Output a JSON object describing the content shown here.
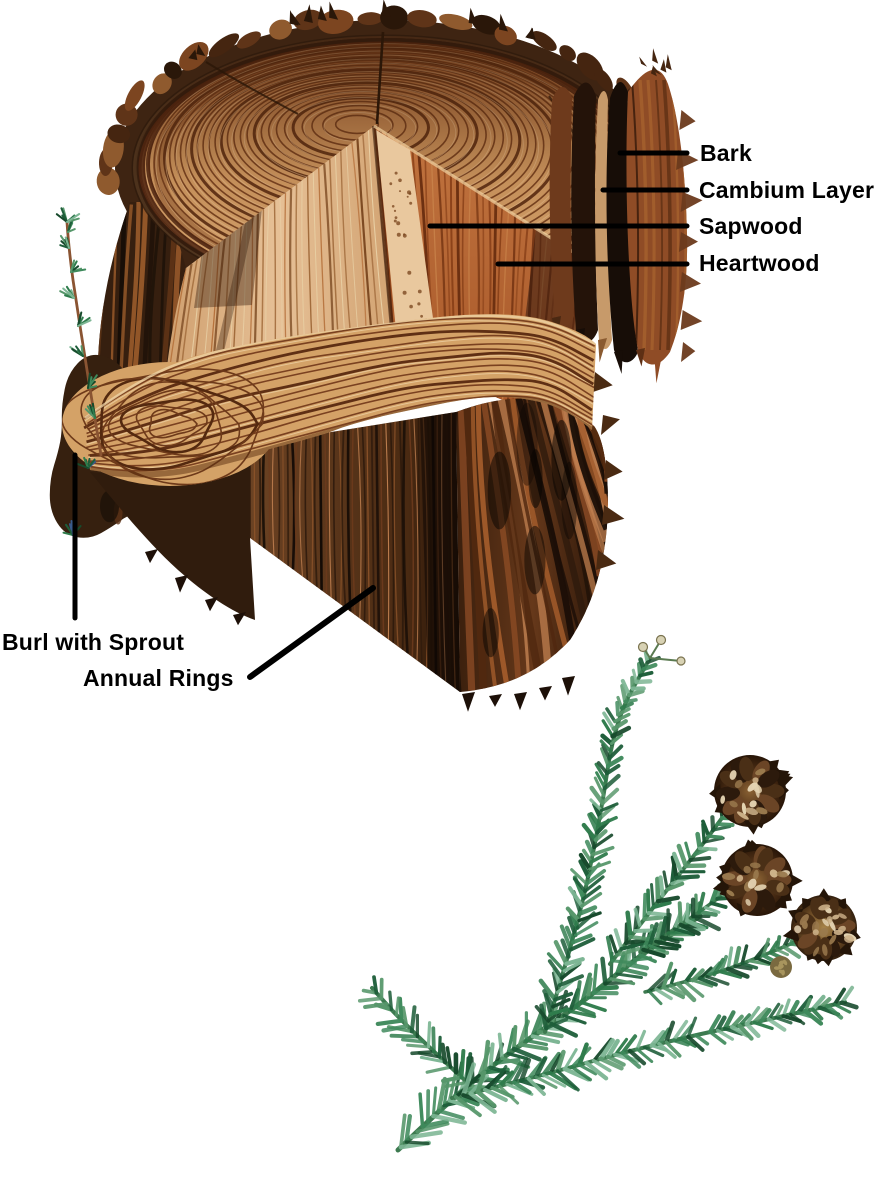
{
  "labels": {
    "bark": {
      "text": "Bark"
    },
    "cambium_layer": {
      "text": "Cambium Layer"
    },
    "sapwood": {
      "text": "Sapwood"
    },
    "heartwood": {
      "text": "Heartwood"
    },
    "burl_with_sprout": {
      "text": "Burl with Sprout"
    },
    "annual_rings": {
      "text": "Annual Rings"
    }
  },
  "palette": {
    "background": "#ffffff",
    "label_text": "#000000",
    "leader_line": "#000000",
    "wood_top_light": "#d7a670",
    "wood_top_dark": "#a56134",
    "ring_line": "#6e3a1a",
    "ring_line_dark": "#4e2510",
    "bark_dark": "#2a1709",
    "bark_mid": "#5f3418",
    "bark_red": "#96522a",
    "bark_light": "#c7854a",
    "cut_face_light": "#ecd0a8",
    "grain_line": "#9c6436",
    "sapwood": "#e9c89e",
    "heartwood": "#b4612f",
    "shelf_base": "#d4a267",
    "foliage_dark": "#1e5e3a",
    "foliage_mid": "#2f7c4c",
    "foliage_light": "#7db694",
    "cone_dark": "#35200f",
    "cone_mid": "#6b4526",
    "cone_light": "#cdb289"
  }
}
